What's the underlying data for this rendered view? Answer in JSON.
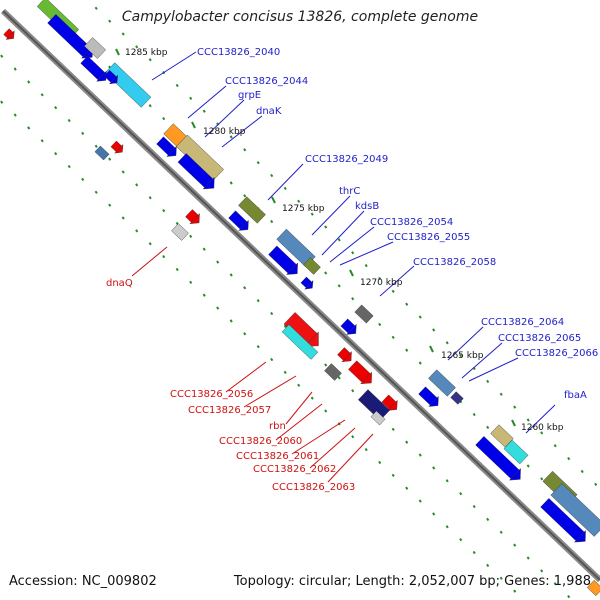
{
  "title": "Campylobacter concisus 13826, complete genome",
  "accession": "Accession: NC_009802",
  "summary": "Topology: circular; Length: 2,052,007 bp; Genes: 1,988",
  "colors": {
    "forward_label": "#1f1fc8",
    "reverse_label": "#cc1111",
    "ruler_tick": "#2a8a2a",
    "backbone": "#555555",
    "gene_blue": "#0000e8",
    "gene_red": "#ee0000"
  },
  "kbp_markers": [
    "1285 kbp",
    "1280 kbp",
    "1275 kbp",
    "1270 kbp",
    "1265 kbp",
    "1260 kbp"
  ],
  "forward_labels": [
    "CCC13826_2040",
    "CCC13826_2044",
    "grpE",
    "dnaK",
    "CCC13826_2049",
    "thrC",
    "kdsB",
    "CCC13826_2054",
    "CCC13826_2055",
    "CCC13826_2058",
    "CCC13826_2064",
    "CCC13826_2065",
    "CCC13826_2066",
    "fbaA"
  ],
  "reverse_labels": [
    "dnaQ",
    "CCC13826_2056",
    "CCC13826_2057",
    "rbn",
    "CCC13826_2060",
    "CCC13826_2061",
    "CCC13826_2062",
    "CCC13826_2063"
  ]
}
